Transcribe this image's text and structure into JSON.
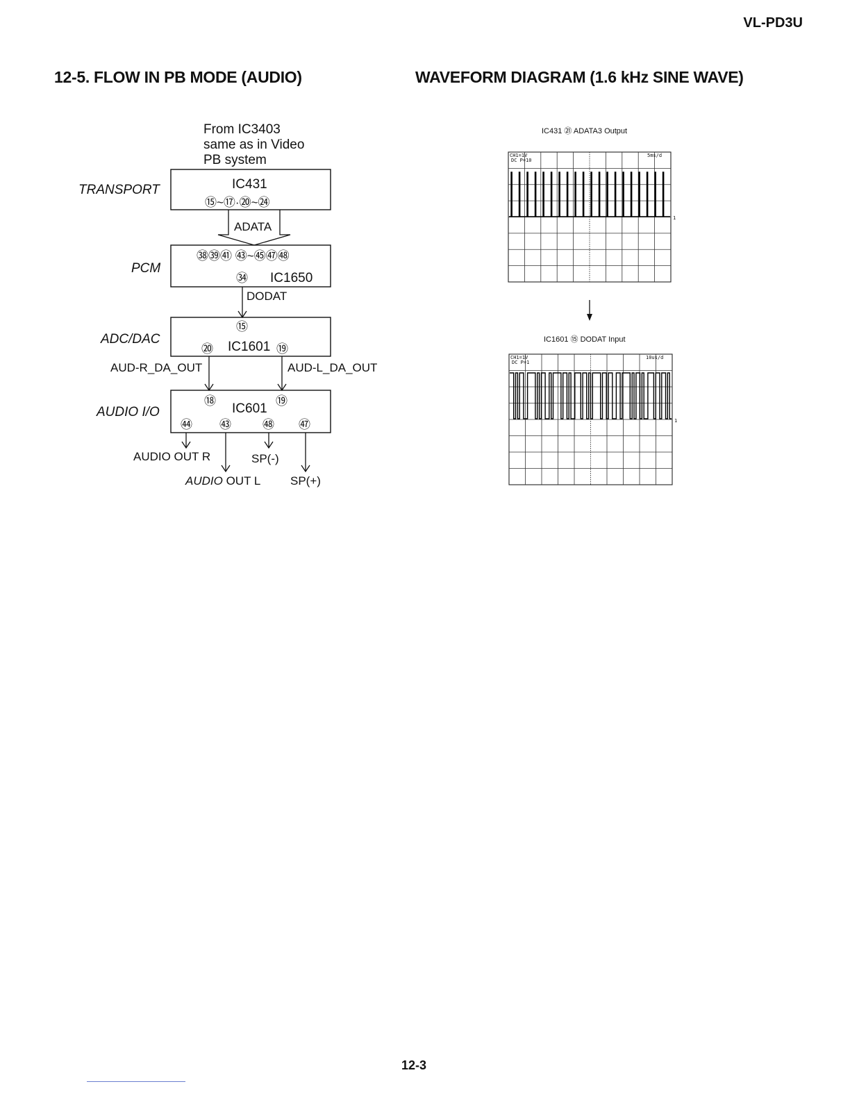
{
  "header": {
    "model": "VL-PD3U",
    "left_title": "12-5. FLOW IN PB MODE (AUDIO)",
    "right_title": "WAVEFORM DIAGRAM (1.6 kHz SINE WAVE)"
  },
  "flow": {
    "source_note": [
      "From IC3403",
      "same as in Video",
      "PB system"
    ],
    "stages": [
      {
        "label": "TRANSPORT",
        "ic": "IC431",
        "pins": "⑮~⑰·⑳~㉔"
      },
      {
        "label": "PCM",
        "ic": "IC1650",
        "pins_top": "㊳㊴㊶ ㊸~㊺㊼㊽",
        "pin_out": "㉞"
      },
      {
        "label": "ADC/DAC",
        "ic": "IC1601",
        "pin_in": "⑮",
        "pin_left": "⑳",
        "pin_right": "⑲"
      },
      {
        "label": "AUDIO I/O",
        "ic": "IC601",
        "pin_in_left": "⑱",
        "pin_in_right": "⑲",
        "pins_out": [
          "㊹",
          "㊸",
          "㊽",
          "㊼"
        ]
      }
    ],
    "signals": {
      "adata": "ADATA",
      "dodat": "DODAT",
      "aud_r": "AUD-R_DA_OUT",
      "aud_l": "AUD-L_DA_OUT"
    },
    "outputs": {
      "audio_out_r": "AUDIO OUT R",
      "sp_minus": "SP(-)",
      "audio_out_l_italic": "AUDIO",
      "audio_out_l_rest": " OUT L",
      "sp_plus": "SP(+)"
    }
  },
  "waveforms": [
    {
      "caption": "IC431 ㉑ ADATA3 Output",
      "ch": "CH1=1V",
      "coupling": "DC P=10",
      "timebase": "5ms/d",
      "marker": "1"
    },
    {
      "caption": "IC1601 ⑮ DODAT Input",
      "ch": "CH1=1V",
      "coupling": "DC P=1",
      "timebase": "10us/d",
      "marker": "1"
    }
  ],
  "footer": {
    "page": "12-3"
  }
}
